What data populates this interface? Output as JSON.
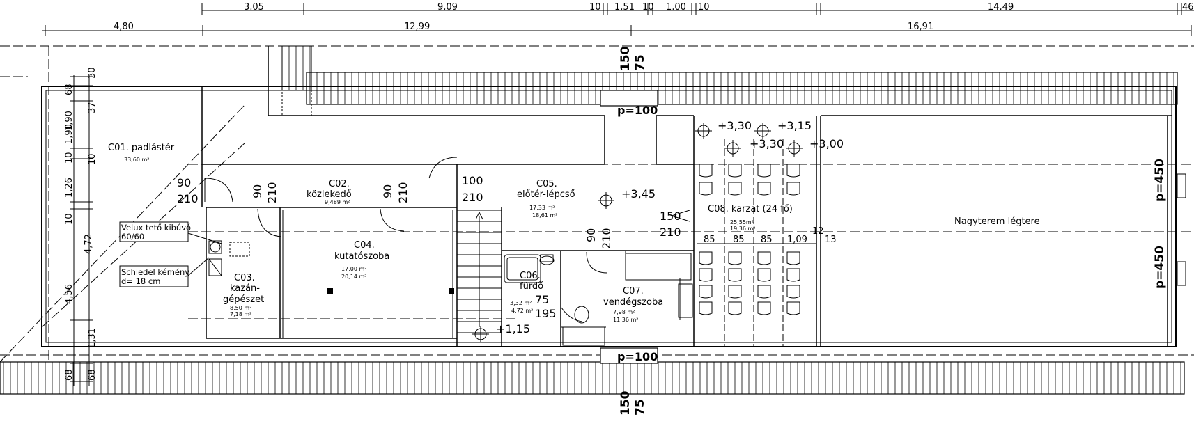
{
  "dimensions": {
    "top_row": [
      "3,05",
      "9,09",
      "10",
      "1,51",
      "10",
      "1,00",
      "10",
      "14,49",
      "46"
    ],
    "second_row": [
      "4,80",
      "12,99",
      "16,91"
    ],
    "left_outer": [
      "68",
      "1,90",
      "1,90",
      "10",
      "1,26",
      "10",
      "4,72",
      "4,56",
      "68"
    ],
    "left_inner": [
      "30",
      "37",
      "10",
      "1,31",
      "68"
    ],
    "gallery": [
      "85",
      "85",
      "85",
      "1,09",
      "12",
      "13"
    ]
  },
  "rooms": {
    "c01": {
      "name": "C01. padlástér",
      "area": "33,60 m²"
    },
    "c02": {
      "name": "C02.",
      "name2": "közlekedő",
      "area": "9,489 m²"
    },
    "c03": {
      "name": "C03.",
      "name2": "kazán-",
      "name3": "gépészet",
      "area1": "8,50 m²",
      "area2": "7,18 m²"
    },
    "c04": {
      "name": "C04.",
      "name2": "kutatószoba",
      "area1": "17,00 m²",
      "area2": "20,14 m²"
    },
    "c05": {
      "name": "C05.",
      "name2": "előtér-lépcső",
      "area1": "17,33 m²",
      "area2": "18,61 m²"
    },
    "c06": {
      "name": "C06.",
      "name2": "fürdő",
      "area1": "3,32 m²",
      "area2": "4,72 m²"
    },
    "c07": {
      "name": "C07.",
      "name2": "vendégszoba",
      "area1": "7,98 m²",
      "area2": "11,36 m²"
    },
    "c08": {
      "name": "C08. karzat (24 fő)",
      "area1": "25,55m²",
      "area2": "19,36 m²"
    },
    "hall": {
      "name": "Nagyterem légtere"
    }
  },
  "notes": {
    "velux1": "Velux tető kibúvó",
    "velux2": "60/60",
    "schiedel1": "Schiedel kémény",
    "schiedel2": "d= 18 cm"
  },
  "doors": {
    "d1a": "90",
    "d1b": "210",
    "d2a": "90",
    "d2b": "210",
    "d3a": "90",
    "d3b": "210",
    "d4a": "100",
    "d4b": "210",
    "d5a": "150",
    "d5b": "210",
    "d6a": "90",
    "d6b": "210",
    "d7a": "75",
    "d7b": "195"
  },
  "windows": {
    "top_a": "150",
    "top_b": "75",
    "bot_a": "150",
    "bot_b": "75",
    "parapet_top": "p=100",
    "parapet_bottom": "p=100",
    "right_1": "p=450",
    "right_2": "p=450"
  },
  "levels": {
    "l1": "+3,30",
    "l2": "+3,15",
    "l3": "+3,30",
    "l4": "+3,00",
    "l5": "+3,45",
    "l6": "+1,15"
  }
}
